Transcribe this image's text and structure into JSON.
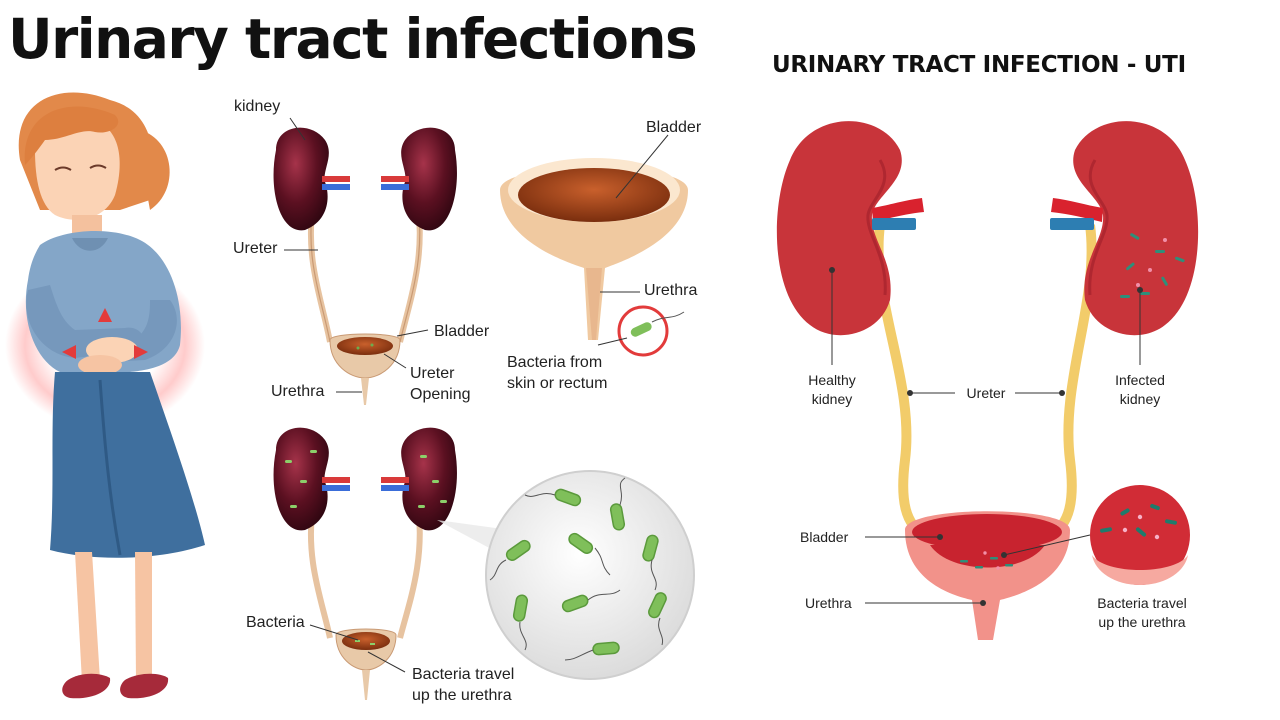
{
  "left_panel": {
    "title": "Urinary tract infections",
    "diagram_top": {
      "kidney": "kidney",
      "ureter": "Ureter",
      "bladder": "Bladder",
      "urethra": "Urethra",
      "ureter_opening_1": "Ureter",
      "ureter_opening_2": "Opening"
    },
    "bladder_closeup": {
      "bladder": "Bladder",
      "urethra": "Urethra",
      "bacteria_source_1": "Bacteria from",
      "bacteria_source_2": "skin or rectum"
    },
    "diagram_bottom": {
      "bacteria": "Bacteria",
      "travel_1": "Bacteria travel",
      "travel_2": "up the urethra"
    }
  },
  "right_panel": {
    "title": "URINARY TRACT INFECTION - UTI",
    "healthy_1": "Healthy",
    "healthy_2": "kidney",
    "ureter": "Ureter",
    "infected_1": "Infected",
    "infected_2": "kidney",
    "bladder": "Bladder",
    "urethra": "Urethra",
    "travel_1": "Bacteria travel",
    "travel_2": "up the urethra"
  },
  "colors": {
    "kidney_dark": "#5a0f1c",
    "kidney_red": "#c8343a",
    "ureter_yellow": "#f2cc6a",
    "bladder_pink": "#f2928a",
    "bacteria_green": "#7fbf5a",
    "dress_blue": "#3f6f9e",
    "sweater_blue": "#84a6c8"
  }
}
